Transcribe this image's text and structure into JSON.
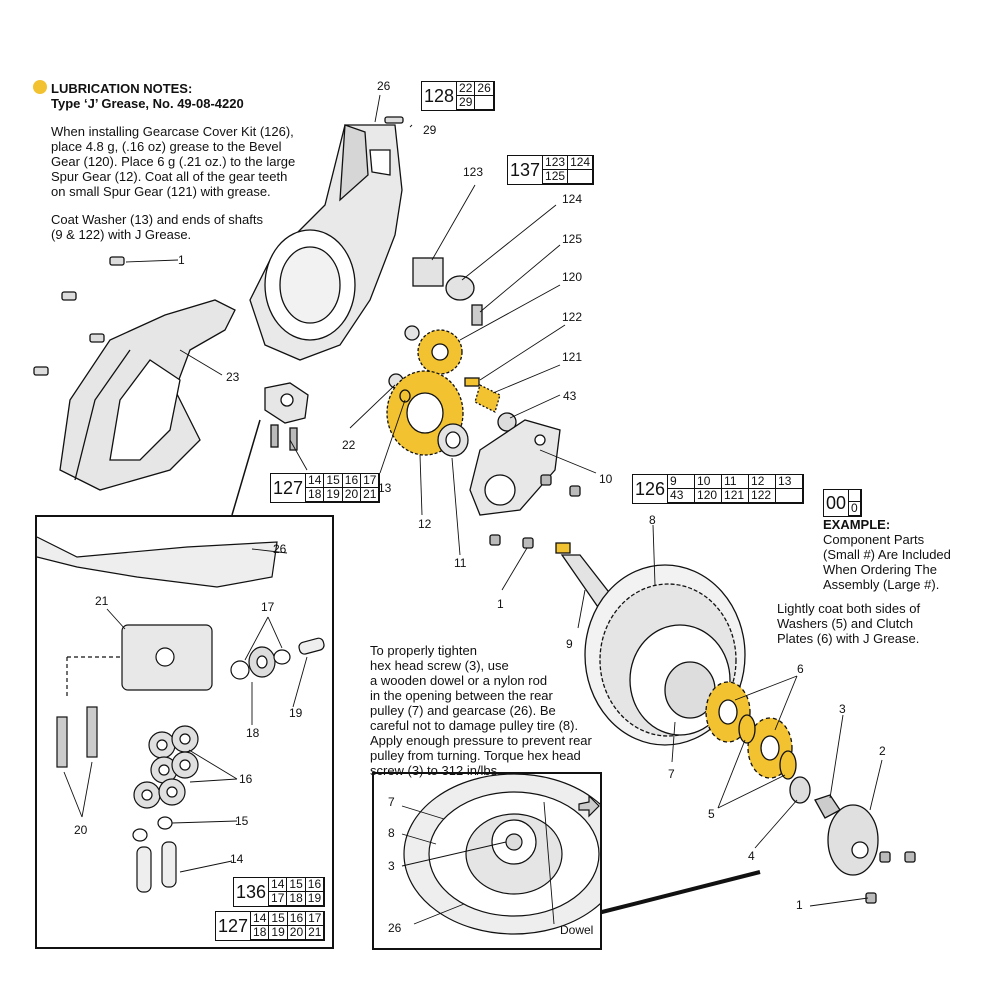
{
  "notes": {
    "title": "LUBRICATION NOTES:",
    "grease": "Type ‘J’ Grease, No. 49-08-4220",
    "p1_l1": "When installing Gearcase Cover Kit (126),",
    "p1_l2": "place 4.8 g, (.16 oz) grease to the Bevel",
    "p1_l3": "Gear (120). Place 6 g (.21 oz.) to the large",
    "p1_l4": "Spur Gear (12). Coat all of the gear teeth",
    "p1_l5": "on small Spur Gear (121) with grease.",
    "p2_l1": "Coat Washer (13) and ends of shafts",
    "p2_l2": "(9 & 122) with J Grease.",
    "accent": "#f2c230"
  },
  "example": {
    "big": "00",
    "small": "0",
    "label": "EXAMPLE:",
    "l1": "Component Parts",
    "l2": "(Small #) Are Included",
    "l3": "When Ordering The",
    "l4": "Assembly (Large #)."
  },
  "washer_note": {
    "l1": "Lightly coat both sides of",
    "l2": "Washers (5) and Clutch",
    "l3": "Plates (6) with J Grease."
  },
  "torque_note": {
    "l1": "To properly tighten",
    "l2": "hex head screw (3), use",
    "l3": "a wooden dowel or a nylon rod",
    "l4": "in the opening between the rear",
    "l5": "pulley (7) and gearcase (26). Be",
    "l6": "careful not to damage pulley tire (8).",
    "l7": "Apply enough pressure to prevent rear",
    "l8": "pulley from turning. Torque hex head",
    "l9": "screw (3) to 312 in/lbs."
  },
  "kits": {
    "k128": {
      "big": "128",
      "a": "22",
      "b": "26",
      "c": "29"
    },
    "k137": {
      "big": "137",
      "a": "123",
      "b": "124",
      "c": "125"
    },
    "k127a": {
      "big": "127",
      "r1": [
        "14",
        "15",
        "16",
        "17"
      ],
      "r2": [
        "18",
        "19",
        "20",
        "21"
      ]
    },
    "k126": {
      "big": "126",
      "r1": [
        "9",
        "10",
        "11",
        "12",
        "13"
      ],
      "r2": [
        "43",
        "120",
        "121",
        "122",
        ""
      ]
    },
    "k136": {
      "big": "136",
      "r1": [
        "14",
        "15",
        "16"
      ],
      "r2": [
        "17",
        "18",
        "19"
      ]
    },
    "k127b": {
      "big": "127",
      "r1": [
        "14",
        "15",
        "16",
        "17"
      ],
      "r2": [
        "18",
        "19",
        "20",
        "21"
      ]
    }
  },
  "callouts": {
    "c26": "26",
    "c29": "29",
    "c123": "123",
    "c124": "124",
    "c125": "125",
    "c120": "120",
    "c122": "122",
    "c121": "121",
    "c43": "43",
    "c1a": "1",
    "c23": "23",
    "c22": "22",
    "c13": "13",
    "c12": "12",
    "c11": "11",
    "c10": "10",
    "c8": "8",
    "c1b": "1",
    "c9": "9",
    "c6": "6",
    "c3": "3",
    "c2": "2",
    "c7": "7",
    "c5": "5",
    "c4": "4",
    "c1c": "1",
    "i26": "26",
    "i21": "21",
    "i17": "17",
    "i18": "18",
    "i19": "19",
    "i16": "16",
    "i15": "15",
    "i14": "14",
    "i20": "20",
    "d7": "7",
    "d8": "8",
    "d3": "3",
    "d26": "26",
    "dowel": "Dowel"
  }
}
